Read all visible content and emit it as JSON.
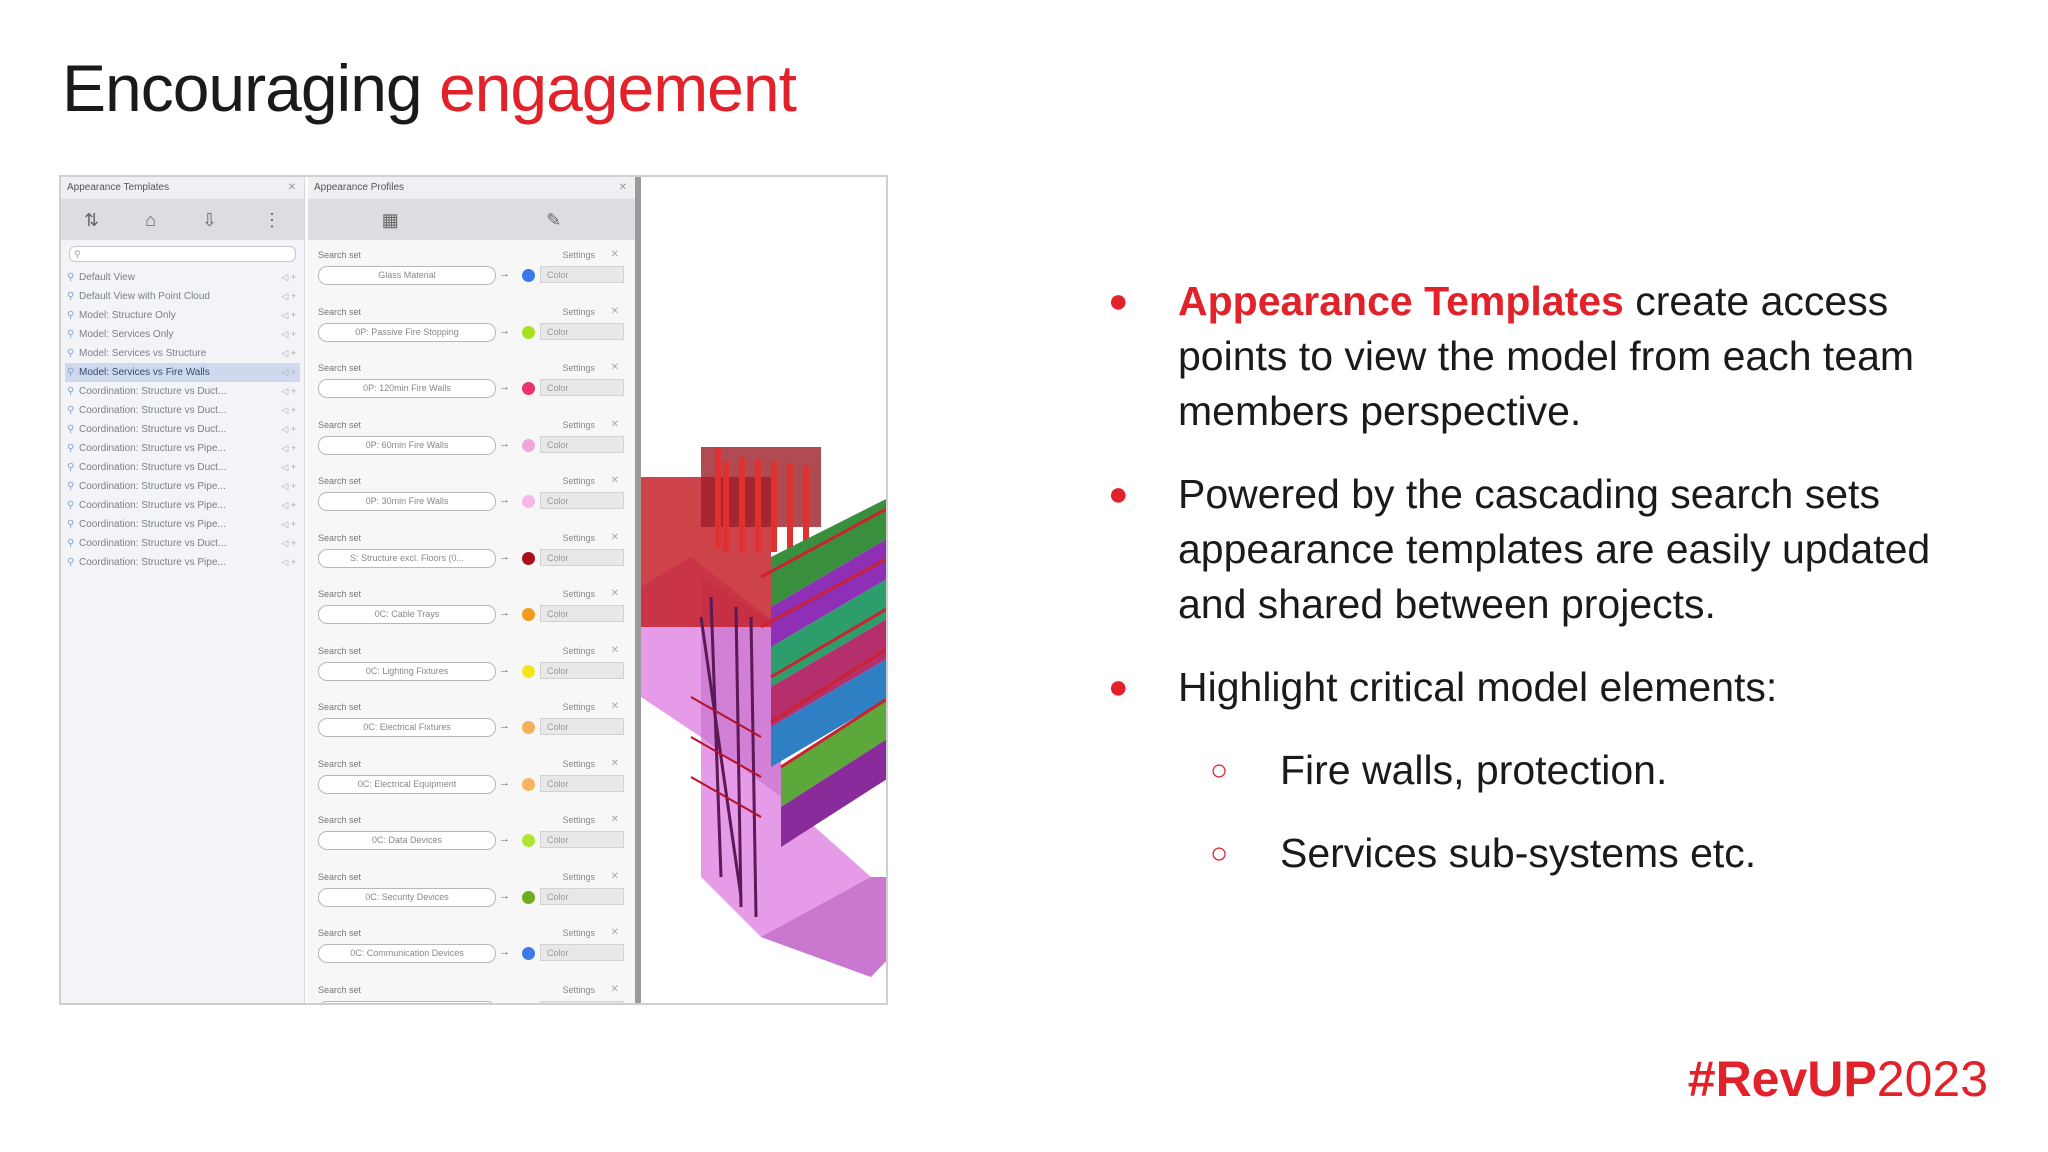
{
  "title": {
    "part1": "Encouraging",
    "part2": "engagement"
  },
  "left_panel": {
    "header": "Appearance Templates",
    "items": [
      "Default View",
      "Default View with Point Cloud",
      "Model: Structure Only",
      "Model: Services Only",
      "Model: Services vs Structure",
      "Model: Services vs Fire Walls",
      "Coordination: Structure vs Duct...",
      "Coordination: Structure vs Duct...",
      "Coordination: Structure vs Duct...",
      "Coordination: Structure vs Pipe...",
      "Coordination: Structure vs Duct...",
      "Coordination: Structure vs Pipe...",
      "Coordination: Structure vs Pipe...",
      "Coordination: Structure vs Pipe...",
      "Coordination: Structure vs Duct...",
      "Coordination: Structure vs Pipe..."
    ],
    "selected_index": 5
  },
  "right_panel": {
    "header": "Appearance Profiles",
    "row_label": "Search set",
    "settings_label": "Settings",
    "mode_label": "Color",
    "profiles": [
      {
        "name": "Glass Material",
        "color": "#3b78e7"
      },
      {
        "name": "0P: Passive Fire Stopping",
        "color": "#a8e022"
      },
      {
        "name": "0P: 120min Fire Walls",
        "color": "#e8336b"
      },
      {
        "name": "0P: 60min Fire Walls",
        "color": "#f0a8dc"
      },
      {
        "name": "0P: 30min Fire Walls",
        "color": "#f6b8e6"
      },
      {
        "name": "S: Structure excl. Floors (0...",
        "color": "#a8111c"
      },
      {
        "name": "0C: Cable Trays",
        "color": "#f29a20"
      },
      {
        "name": "0C: Lighting Fixtures",
        "color": "#f5e320"
      },
      {
        "name": "0C: Electrical Fixtures",
        "color": "#f6b05a"
      },
      {
        "name": "0C: Electrical Equipment",
        "color": "#f7b560"
      },
      {
        "name": "0C: Data Devices",
        "color": "#b2e432"
      },
      {
        "name": "0C: Security Devices",
        "color": "#6fae1b"
      },
      {
        "name": "0C: Communication Devices",
        "color": "#3c7ae6"
      },
      {
        "name": "",
        "color": "#cccccc"
      }
    ]
  },
  "bullets": [
    {
      "highlight": "Appearance Templates",
      "text": " create access points to view the model from each team members perspective."
    },
    {
      "highlight": "",
      "text": "Powered by the cascading search sets appearance templates are easily updated and shared between projects."
    },
    {
      "highlight": "",
      "text": "Highlight critical model elements:"
    }
  ],
  "sub_bullets": [
    "Fire walls, protection.",
    "Services sub-systems etc."
  ],
  "hashtag": {
    "bold": "#RevUP",
    "regular": "2023"
  },
  "colors": {
    "accent": "#e2222b"
  }
}
